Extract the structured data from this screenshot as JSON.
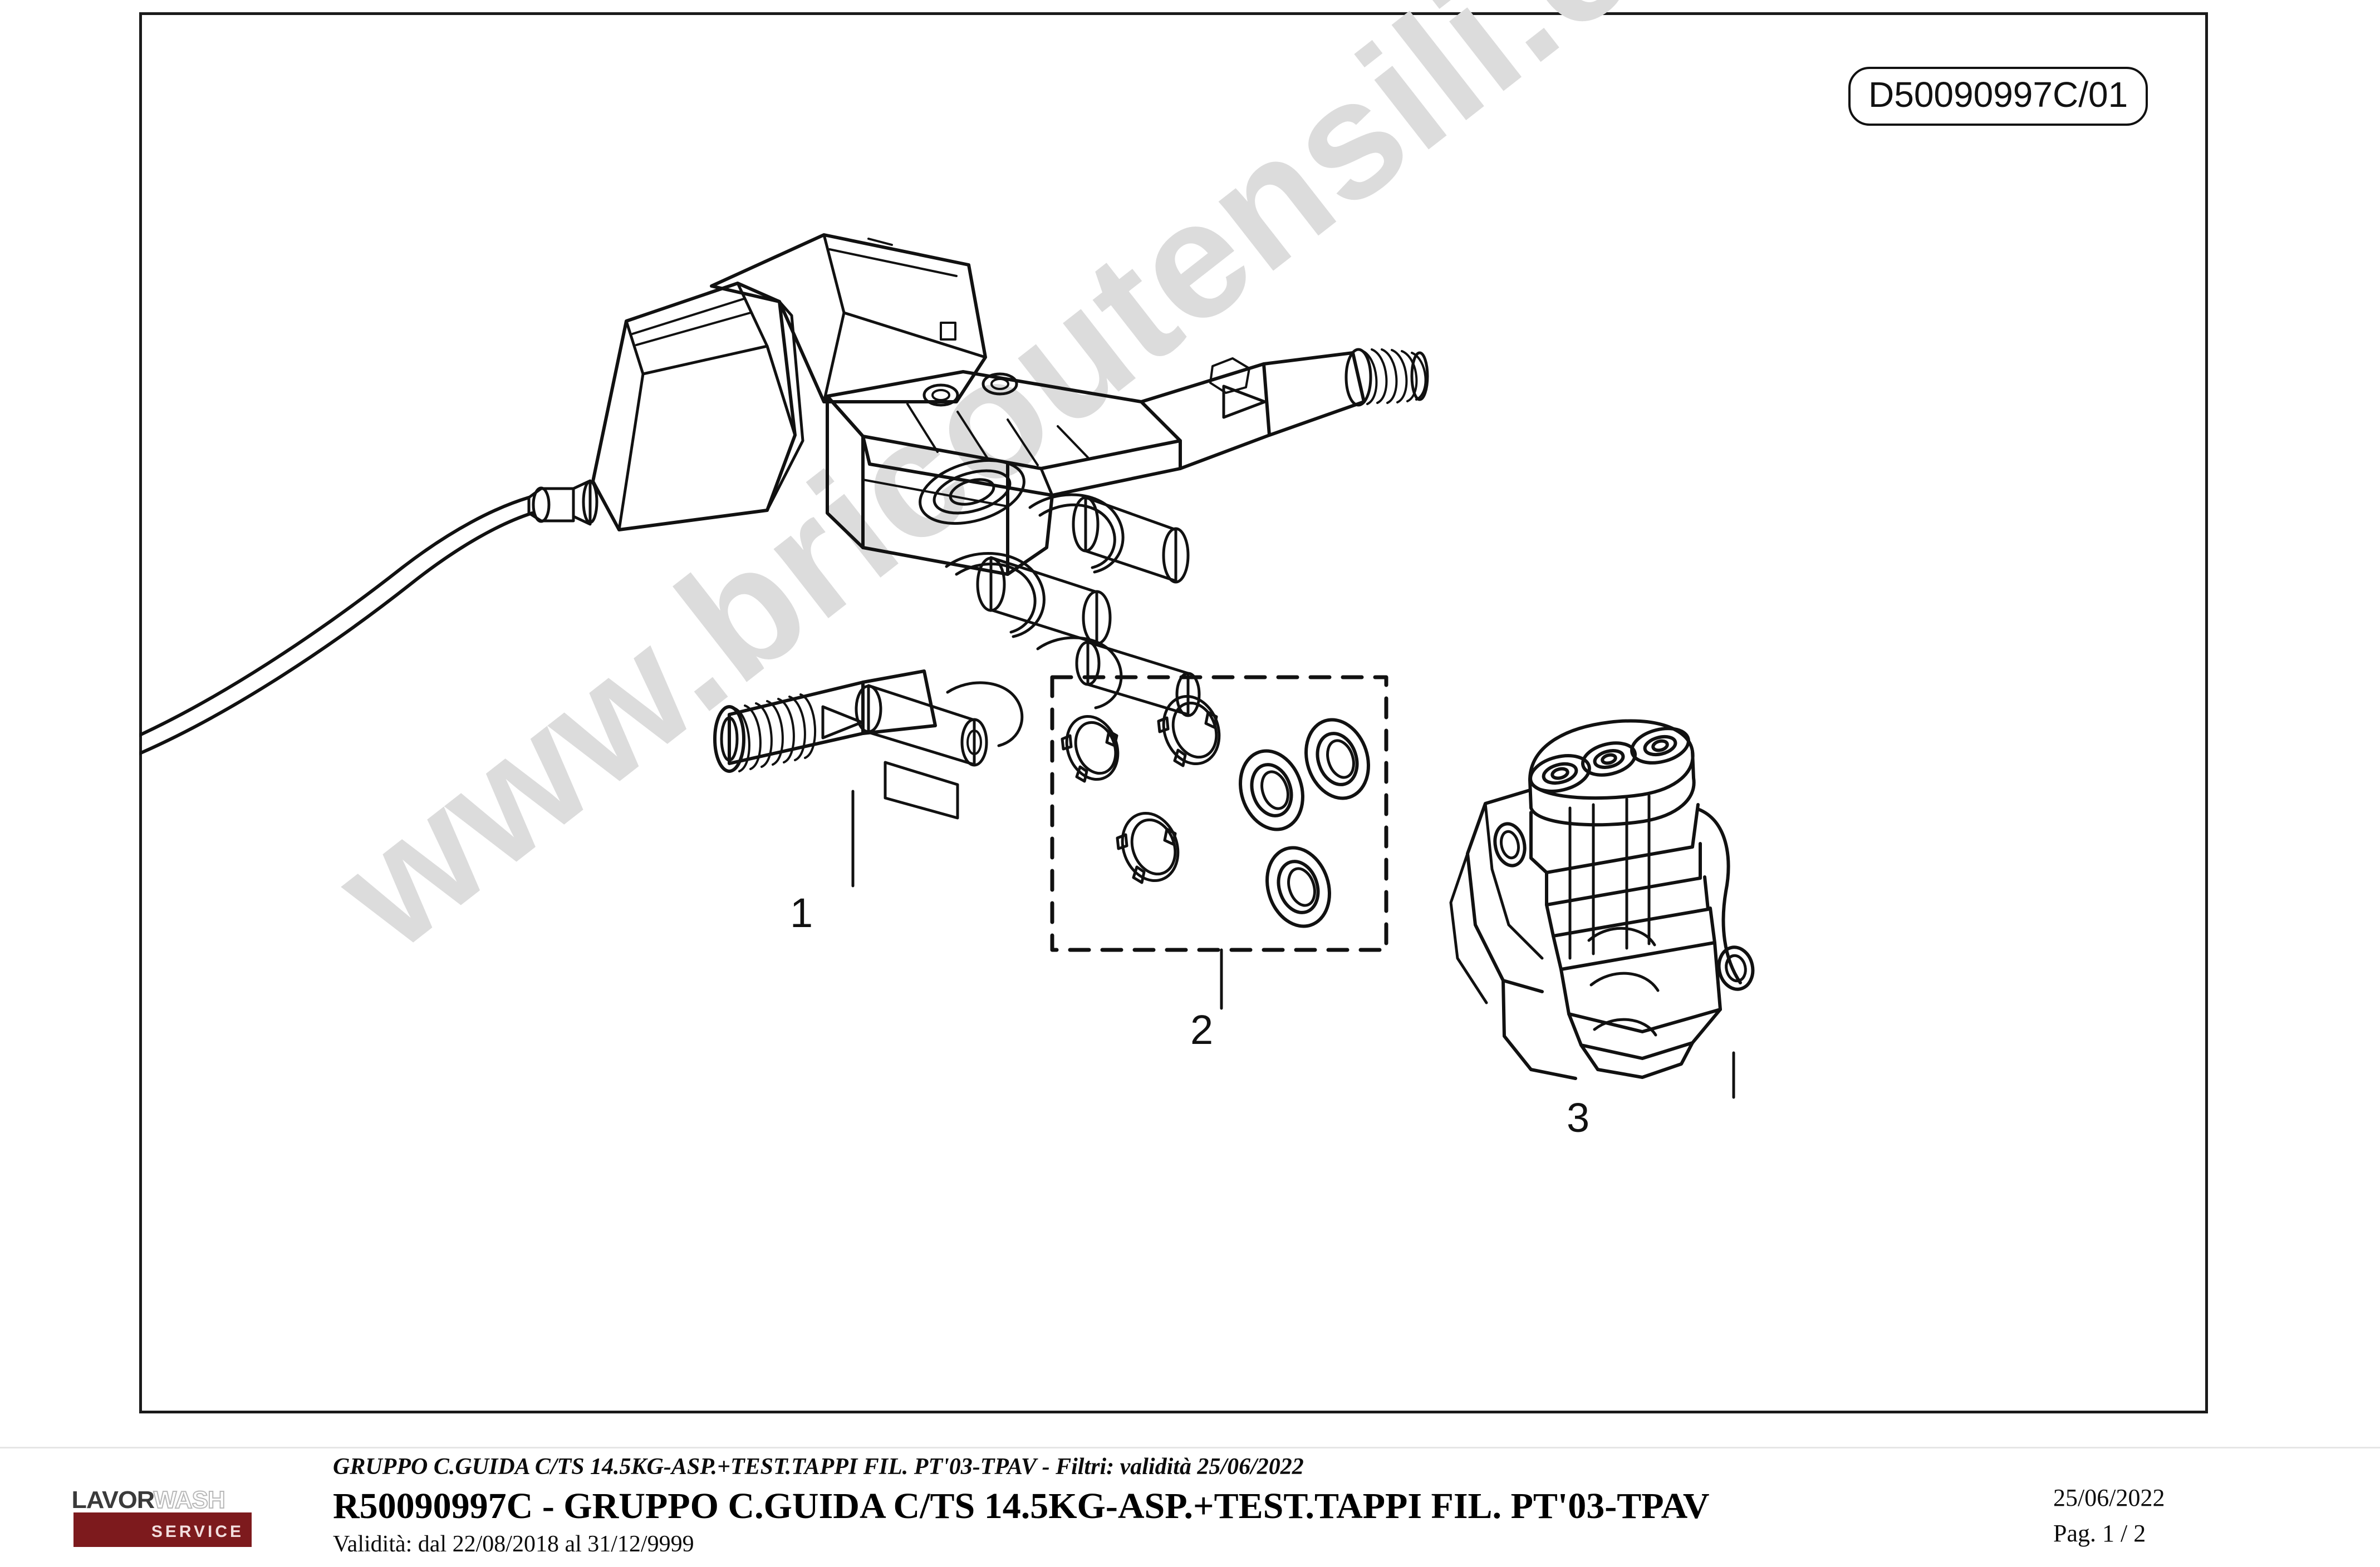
{
  "document": {
    "drawing_code": "D50090997C/01",
    "watermark": "www.bricoutensili.com"
  },
  "callouts": [
    {
      "number": "1",
      "part": "pump-head-assembly"
    },
    {
      "number": "2",
      "part": "seal-and-retaining-ring-kit"
    },
    {
      "number": "3",
      "part": "valve-manifold-block"
    }
  ],
  "footer": {
    "subtitle": "GRUPPO C.GUIDA C/TS 14.5KG-ASP.+TEST.TAPPI FIL. PT'03-TPAV - Filtri: validità 25/06/2022",
    "title": "R50090997C - GRUPPO C.GUIDA C/TS 14.5KG-ASP.+TEST.TAPPI FIL. PT'03-TPAV",
    "validity": "Validità: dal 22/08/2018 al 31/12/9999",
    "date": "25/06/2022",
    "page": "Pag. 1 / 2"
  },
  "logo": {
    "brand_primary": "LAVOR",
    "brand_secondary": "WASH",
    "tagline": "SERVICE",
    "bar_color": "#7d1a1d"
  },
  "colors": {
    "frame": "#1a1a1a",
    "line_art": "#111111",
    "watermark": "#dcdcdc"
  }
}
